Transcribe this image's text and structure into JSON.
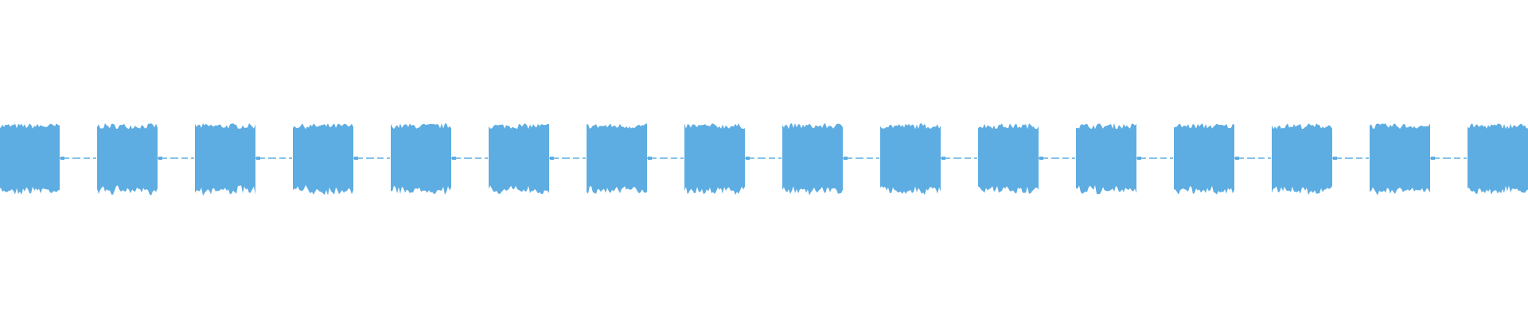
{
  "chart_data": {
    "type": "area",
    "description_kind": "audio-waveform",
    "color": "#5dade2",
    "background": "#ffffff",
    "axes_visible": false,
    "grid": false,
    "ylim": [
      -1,
      1
    ],
    "bursts": 16,
    "burst_peak_amplitude": 0.55,
    "burst_min_amplitude": 0.4,
    "silence_amplitude": 0.02,
    "burst_fraction_of_period": 0.61
  }
}
